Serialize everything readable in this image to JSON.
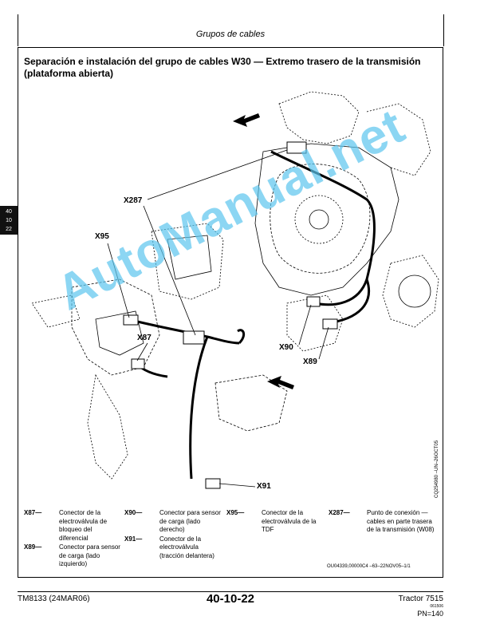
{
  "header": {
    "title": "Grupos de cables"
  },
  "section": {
    "title": "Separación e instalación del grupo de cables W30 — Extremo trasero de la transmisión (plataforma abierta)"
  },
  "side_tab": {
    "line1": "40",
    "line2": "10",
    "line3": "22"
  },
  "figure": {
    "id": "CQ254980 –UN–26OCT05",
    "callouts": {
      "x287": "X287",
      "x95": "X95",
      "x87": "X87",
      "x90": "X90",
      "x89": "X89",
      "x91": "X91"
    }
  },
  "legend": {
    "col1": [
      {
        "code": "X87—",
        "desc": "Conector de la electroválvula de bloqueo del diferencial"
      },
      {
        "code": "X89—",
        "desc": "Conector para sensor de carga (lado izquierdo)"
      }
    ],
    "col2": [
      {
        "code": "X90—",
        "desc": "Conector para sensor de carga (lado derecho)"
      },
      {
        "code": "X91—",
        "desc": "Conector de la electroválvula (tracción delantera)"
      }
    ],
    "col3": [
      {
        "code": "X95—",
        "desc": "Conector de la electroválvula de la TDF"
      }
    ],
    "col4": [
      {
        "code": "X287—",
        "desc": "Punto de conexión — cables en parte trasera de la transmisión (W08)"
      }
    ]
  },
  "reference": "OU04339,00000C4  –63–22NOV05–1/1",
  "footer": {
    "manual": "TM8133 (24MAR06)",
    "page": "40-10-22",
    "model": "Tractor 7515",
    "date": "061506",
    "pn": "PN=140"
  },
  "watermark": "AutoManual.net"
}
